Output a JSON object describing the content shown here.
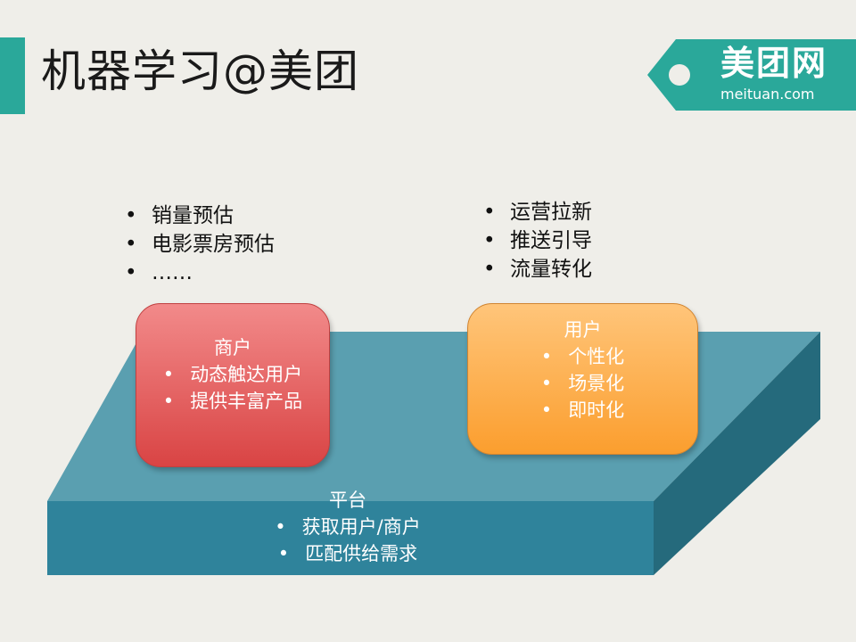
{
  "title": "机器学习@美团",
  "logo": {
    "name": "美团网",
    "domain": "meituan.com"
  },
  "merchant_goals": [
    "销量预估",
    "电影票房预估",
    "……"
  ],
  "user_goals": [
    "运营拉新",
    "推送引导",
    "流量转化"
  ],
  "merchant_box": {
    "title": "商户",
    "items": [
      "动态触达用户",
      "提供丰富产品"
    ]
  },
  "user_box": {
    "title": "用户",
    "items": [
      "个性化",
      "场景化",
      "即时化"
    ]
  },
  "platform": {
    "title": "平台",
    "items": [
      "获取用户/商户",
      "匹配供给需求"
    ]
  },
  "colors": {
    "accent": "#2aa89a",
    "platform_top": "#5a9fb0",
    "platform_front": "#2f839b",
    "merchant": "#e05a5a",
    "user": "#fdaa45"
  }
}
